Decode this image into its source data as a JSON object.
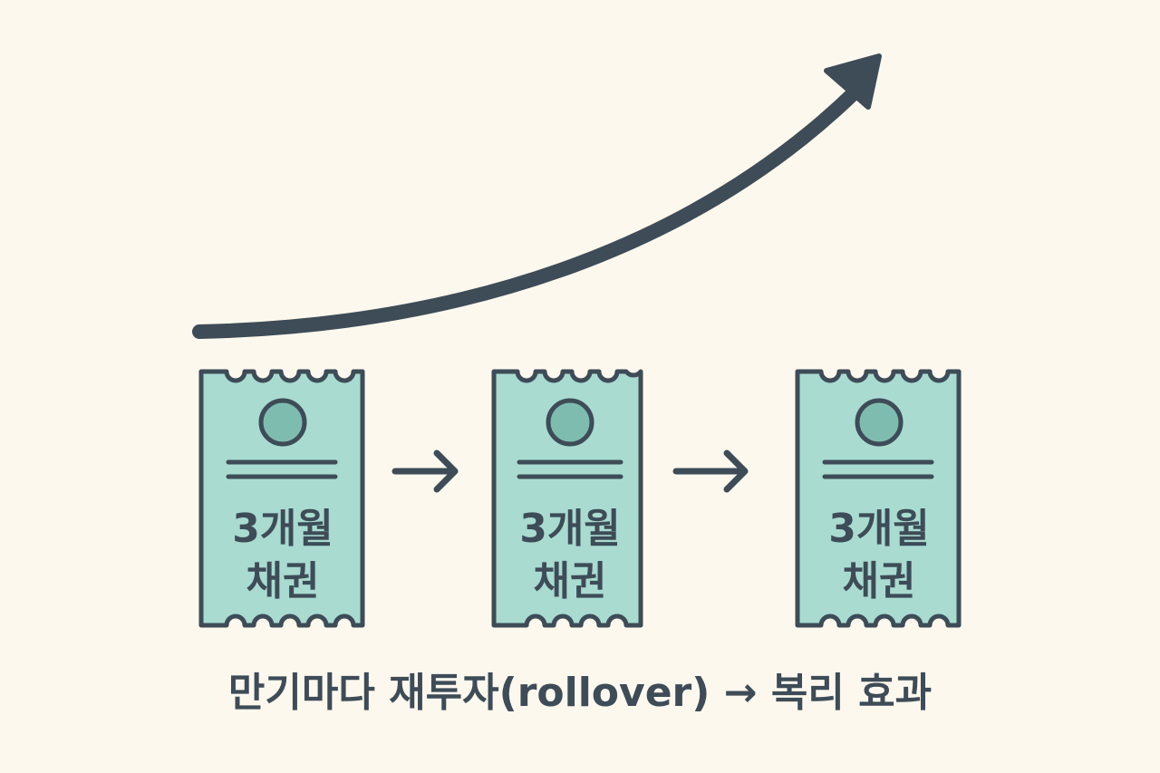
{
  "colors": {
    "background": "#fdf8ee",
    "ticket_fill": "#a9dbd1",
    "ticket_stroke": "#3d4c57",
    "circle_fill": "#7fbcb0",
    "ink": "#3d4c57"
  },
  "growth_arrow": {
    "icon": "curved-up-arrow-icon"
  },
  "bonds": [
    {
      "line1": "3개월",
      "line2": "채권",
      "icon": "coin-icon"
    },
    {
      "line1": "3개월",
      "line2": "채권",
      "icon": "coin-icon"
    },
    {
      "line1": "3개월",
      "line2": "채권",
      "icon": "coin-icon"
    }
  ],
  "connectors": [
    {
      "icon": "right-arrow-icon"
    },
    {
      "icon": "right-arrow-icon"
    }
  ],
  "caption": "만기마다 재투자(rollover) → 복리 효과"
}
